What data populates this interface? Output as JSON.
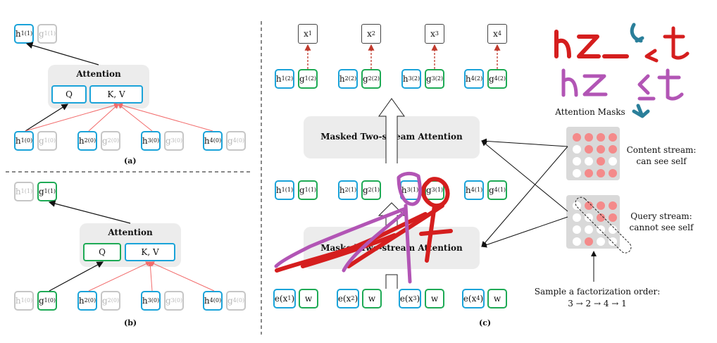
{
  "panel_a": {
    "caption": "(a)",
    "attention_title": "Attention",
    "q_label": "Q",
    "kv_label": "K, V",
    "top_h": "h",
    "top_g": "g",
    "inputs": [
      {
        "h": "h",
        "g": "g",
        "idx": "1"
      },
      {
        "h": "h",
        "g": "g",
        "idx": "2"
      },
      {
        "h": "h",
        "g": "g",
        "idx": "3"
      },
      {
        "h": "h",
        "g": "g",
        "idx": "4"
      }
    ]
  },
  "panel_b": {
    "caption": "(b)",
    "attention_title": "Attention",
    "q_label": "Q",
    "kv_label": "K, V"
  },
  "panel_c": {
    "caption": "(c)",
    "outputs": [
      "x",
      "x",
      "x",
      "x"
    ],
    "stream_title_top": "Masked Two-stream Attention",
    "stream_title_bottom": "Masked Two-stream Attention",
    "embeddings": [
      "e(x",
      "e(x",
      "e(x",
      "e(x"
    ],
    "w_label": "w",
    "attention_masks_label": "Attention Masks",
    "content_stream_label": "Content stream:",
    "content_stream_sub": "can see self",
    "query_stream_label": "Query stream:",
    "query_stream_sub": "cannot see self",
    "factorization_label": "Sample a factorization order:",
    "factorization_order": "3 → 2 → 4 → 1"
  },
  "content_mask": [
    [
      1,
      1,
      1,
      1
    ],
    [
      0,
      1,
      1,
      1
    ],
    [
      0,
      0,
      1,
      0
    ],
    [
      0,
      1,
      1,
      1
    ]
  ],
  "query_mask": [
    [
      0,
      1,
      1,
      1
    ],
    [
      0,
      0,
      1,
      1
    ],
    [
      0,
      0,
      0,
      0
    ],
    [
      0,
      1,
      0,
      0
    ]
  ],
  "colors": {
    "h_border": "#1aa3d9",
    "g_border": "#1eaa55",
    "attn_arrow": "#f26b6b",
    "dashed_output": "#c0392b",
    "annotation_red": "#d51e1e",
    "annotation_purple": "#b255b5",
    "annotation_teal": "#2a7f9a"
  }
}
